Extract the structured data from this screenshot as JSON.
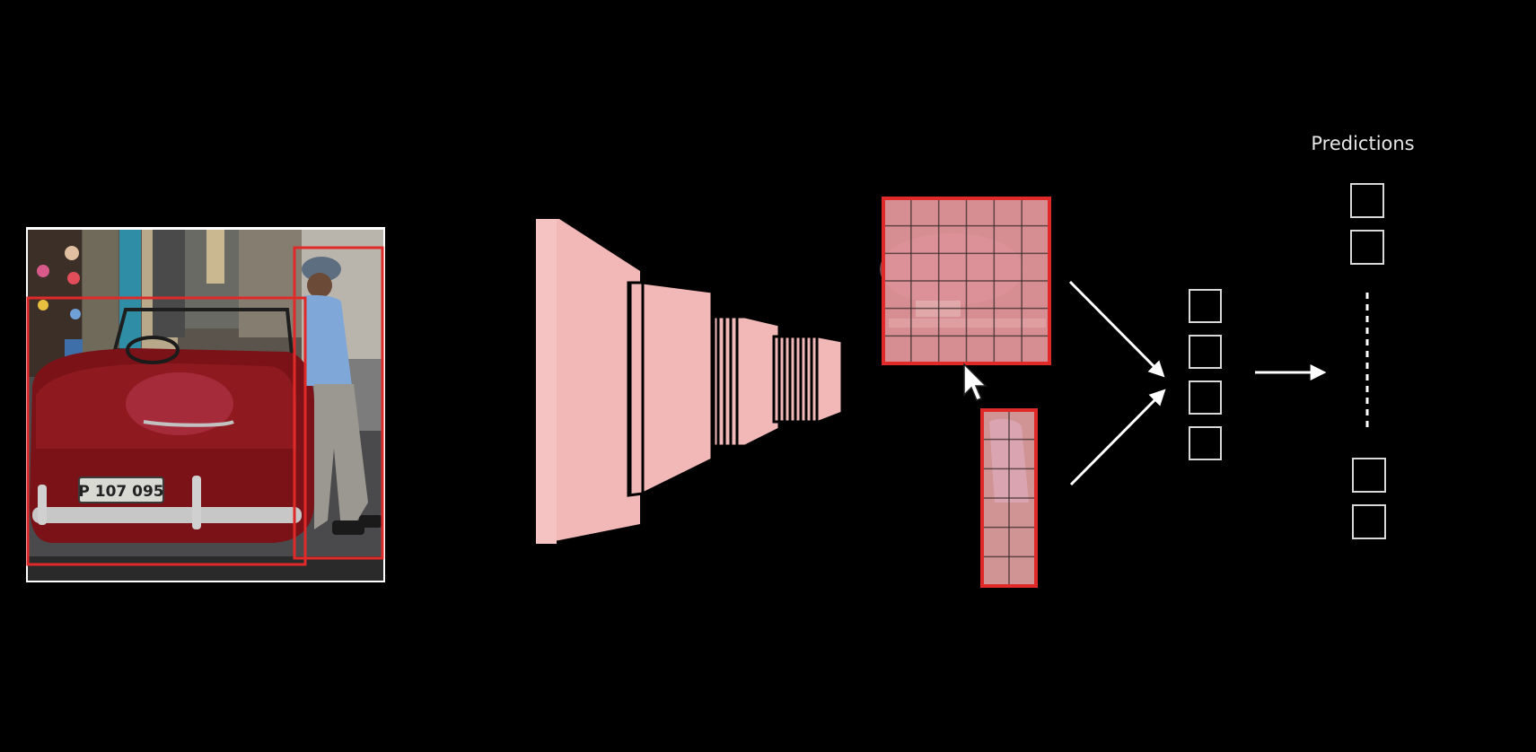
{
  "colors": {
    "background": "#000000",
    "accent_red": "#e02a2a",
    "feature_pink": "#f2b8b8",
    "feature_pink_light": "#f7c9c9",
    "overlay_pink": "#e8a0a0",
    "arrow": "#ffffff",
    "token_border": "#d8d8d8",
    "layer_stroke": "#000000"
  },
  "icons": {
    "cursor": "mouse-pointer-icon"
  },
  "diagram": {
    "input_image": {
      "plate_text": "P 107 095",
      "boxes": [
        "car",
        "person"
      ]
    },
    "backbone": {
      "stages": 4
    },
    "roi_features": [
      {
        "name": "car-roi",
        "grid_rows": 6,
        "grid_cols": 6
      },
      {
        "name": "person-roi",
        "grid_rows": 6,
        "grid_cols": 2
      }
    ],
    "tokens": {
      "count": 4
    },
    "predictions": {
      "label": "Predictions",
      "top_count": 2,
      "bottom_count": 2
    }
  }
}
